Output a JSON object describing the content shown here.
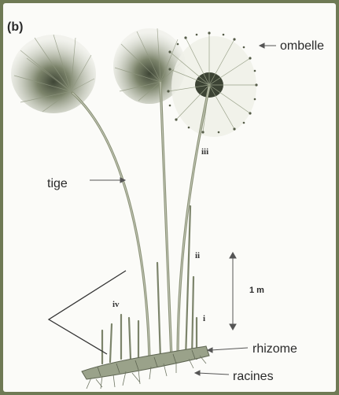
{
  "figure": {
    "panel_label": "(b)",
    "labels": {
      "ombelle": "ombelle",
      "tige": "tige",
      "rhizome": "rhizome",
      "racines": "racines"
    },
    "stages": {
      "i": "i",
      "ii": "ii",
      "iii": "iii",
      "iv": "iv"
    },
    "scale_bar": "1 m"
  },
  "colors": {
    "border": "#6f7a55",
    "background": "#fbfbf8",
    "ink": "#2a2a2a",
    "stem": "#8a9176",
    "umbel": "#9aa28a"
  }
}
